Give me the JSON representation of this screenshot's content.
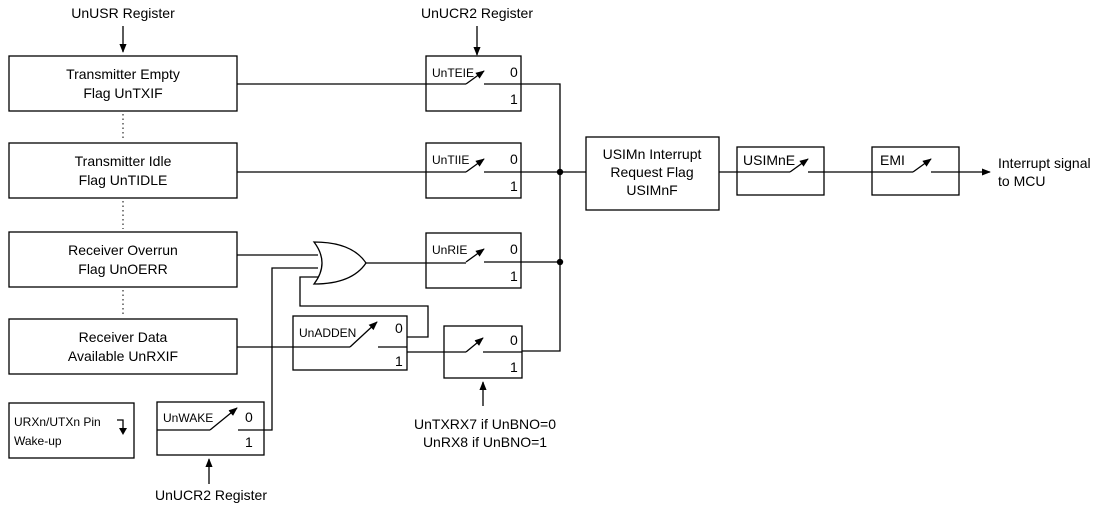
{
  "top_labels": {
    "usr_register": "UnUSR Register",
    "ucr2_register_top": "UnUCR2 Register",
    "ucr2_register_bottom": "UnUCR2 Register",
    "txrx_select_line1": "UnTXRX7 if UnBNO=0",
    "txrx_select_line2": "UnRX8 if UnBNO=1"
  },
  "flag_boxes": {
    "tx_empty": [
      "Transmitter Empty",
      "Flag UnTXIF"
    ],
    "tx_idle": [
      "Transmitter Idle",
      "Flag UnTIDLE"
    ],
    "rx_overrun": [
      "Receiver Overrun",
      "Flag UnOERR"
    ],
    "rx_data": [
      "Receiver Data",
      "Available UnRXIF"
    ],
    "wake_pin": [
      "URXn/UTXn Pin",
      "Wake-up"
    ]
  },
  "switches": {
    "teie": "UnTEIE",
    "tiie": "UnTIIE",
    "rie": "UnRIE",
    "adden": "UnADDEN",
    "wake": "UnWAKE",
    "usimne": "USIMnE",
    "emi": "EMI",
    "zero": "0",
    "one": "1"
  },
  "interrupt_flag_box": [
    "USIMn Interrupt",
    "Request Flag",
    "USIMnF"
  ],
  "output": [
    "Interrupt signal",
    "to MCU"
  ]
}
